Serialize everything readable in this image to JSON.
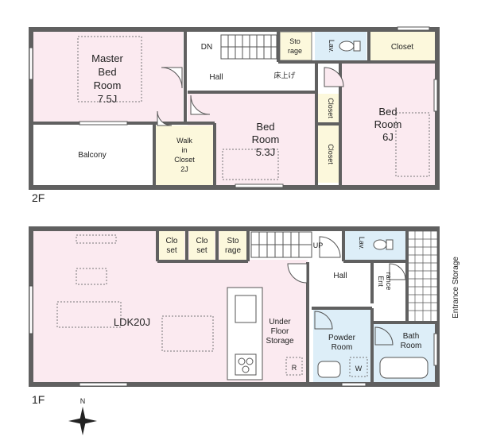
{
  "floors": {
    "upper": "2F",
    "lower": "1F"
  },
  "rooms_2f": {
    "master_bed": [
      "Master",
      "Bed",
      "Room",
      "7.5J"
    ],
    "hall_dn": "DN",
    "hall": "Hall",
    "storage": [
      "Sto",
      "rage"
    ],
    "lav": "Lav.",
    "closet_top": "Closet",
    "floor_raise": "床上げ",
    "bed_mid": [
      "Bed",
      "Room",
      "5.3J"
    ],
    "closet_mid_1": "Closet",
    "closet_mid_2": "Closet",
    "bed_right": [
      "Bed",
      "Room",
      "6J"
    ],
    "balcony": "Balcony",
    "walk_in_closet": [
      "Walk",
      "in",
      "Closet",
      "2J"
    ]
  },
  "rooms_1f": {
    "closet_1": [
      "Clo",
      "set"
    ],
    "closet_2": [
      "Clo",
      "set"
    ],
    "storage": [
      "Sto",
      "rage"
    ],
    "up": "UP",
    "lav": "Lav.",
    "entrance": [
      "Ent",
      "rance"
    ],
    "hall": "Hall",
    "ldk": "LDK20J",
    "underfloor": [
      "Under",
      "Floor",
      "Storage"
    ],
    "underfloor_mark": "R",
    "powder": [
      "Powder",
      "Room"
    ],
    "washer_mark": "W",
    "bath": [
      "Bath",
      "Room"
    ],
    "entrance_storage": "Entrance Storage"
  },
  "compass": "N",
  "colors": {
    "wall": "#606060",
    "floor_pink": "#fbeaf0",
    "floor_cream": "#fcf8dc",
    "floor_blue": "#ddeef8",
    "floor_white": "#ffffff",
    "line": "#555555"
  }
}
